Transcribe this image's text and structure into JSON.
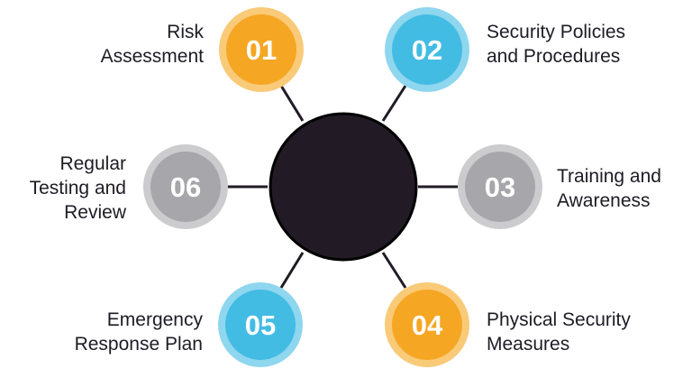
{
  "diagram": {
    "items": [
      {
        "number": "01",
        "label_line1": "Risk",
        "label_line2": "Assessment",
        "color": "#F5A623",
        "ring_color": "#F9CA78"
      },
      {
        "number": "02",
        "label_line1": "Security Policies",
        "label_line2": "and Procedures",
        "color": "#43BCE4",
        "ring_color": "#8FD6EF"
      },
      {
        "number": "03",
        "label_line1": "Training and",
        "label_line2": "Awareness",
        "color": "#A7A6AA",
        "ring_color": "#CCCBCE"
      },
      {
        "number": "04",
        "label_line1": "Physical Security",
        "label_line2": "Measures",
        "color": "#F5A623",
        "ring_color": "#F9CA78"
      },
      {
        "number": "05",
        "label_line1": "Emergency",
        "label_line2": "Response Plan",
        "color": "#43BCE4",
        "ring_color": "#8FD6EF"
      },
      {
        "number": "06",
        "label_line1": "Regular",
        "label_line2": "Testing and",
        "label_line3": "Review",
        "color": "#A7A6AA",
        "ring_color": "#CCCBCE"
      }
    ],
    "hub_color": "#221B26",
    "connector_color": "#221B26"
  }
}
